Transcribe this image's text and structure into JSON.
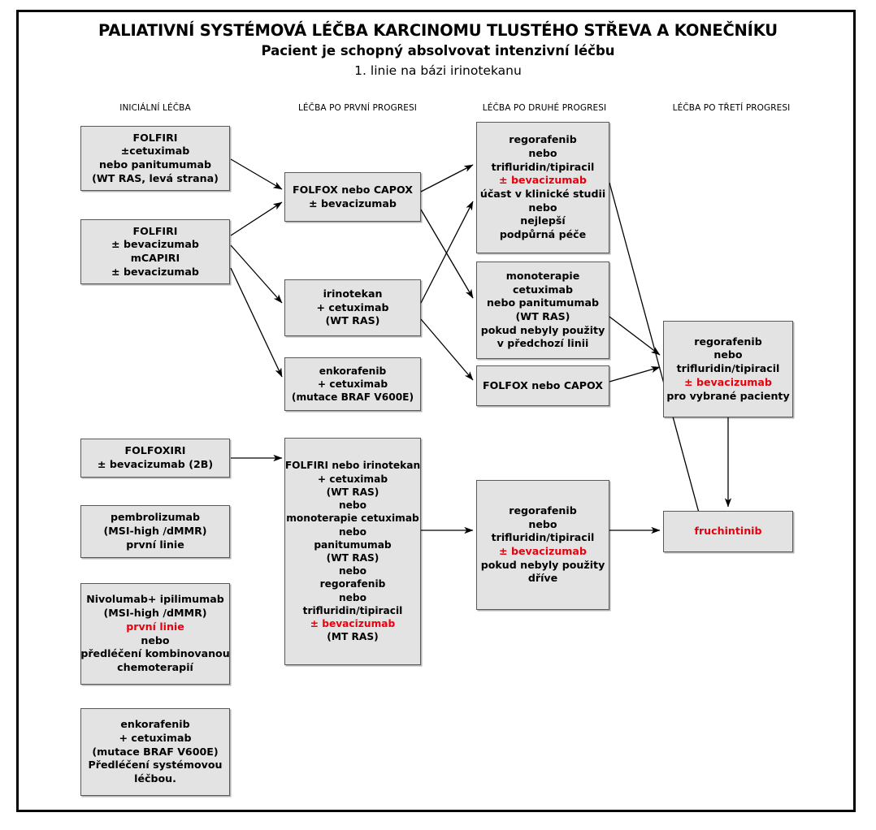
{
  "document": {
    "title_main": "PALIATIVNÍ SYSTÉMOVÁ LÉČBA KARCINOMU TLUSTÉHO STŘEVA A KONEČNÍKU",
    "title_sub": "Pacient je schopný absolvovat intenzivní léčbu",
    "title_third": "1. linie na bázi irinotekanu"
  },
  "columns": [
    {
      "label": "INICIÁLNÍ LÉČBA"
    },
    {
      "label": "LÉČBA PO PRVNÍ PROGRESI"
    },
    {
      "label": "LÉČBA PO DRUHÉ PROGRESI"
    },
    {
      "label": "LÉČBA PO TŘETÍ PROGRESI"
    }
  ],
  "colors": {
    "box_fill": "#e3e3e3",
    "box_border": "#595959",
    "text": "#000000",
    "highlight": "#e8000d",
    "frame": "#000000"
  },
  "nodes": {
    "n1": {
      "lines": [
        {
          "text": "FOLFIRI",
          "red": false
        },
        {
          "text": "±cetuximab",
          "red": false
        },
        {
          "text": "nebo panitumumab",
          "red": false
        },
        {
          "text": "(WT RAS, levá strana)",
          "red": false
        }
      ]
    },
    "n2": {
      "lines": [
        {
          "text": "FOLFIRI",
          "red": false
        },
        {
          "text": "± bevacizumab",
          "red": false
        },
        {
          "text": "mCAPIRI",
          "red": false
        },
        {
          "text": "± bevacizumab",
          "red": false
        }
      ]
    },
    "n3": {
      "lines": [
        {
          "text": "FOLFOXIRI",
          "red": false
        },
        {
          "text": "± bevacizumab (2B)",
          "red": false
        }
      ]
    },
    "n4": {
      "lines": [
        {
          "text": "pembrolizumab",
          "red": false
        },
        {
          "text": "(MSI-high /dMMR)",
          "red": false
        },
        {
          "text": "první linie",
          "red": false
        }
      ]
    },
    "n5": {
      "lines": [
        {
          "text": "Nivolumab+ ipilimumab",
          "red": false
        },
        {
          "text": "(MSI-high /dMMR)",
          "red": false
        },
        {
          "text": "první linie",
          "red": true
        },
        {
          "text": "nebo",
          "red": false
        },
        {
          "text": "předléčení kombinovanou",
          "red": false
        },
        {
          "text": "chemoterapií",
          "red": false
        }
      ]
    },
    "n6": {
      "lines": [
        {
          "text": "enkorafenib",
          "red": false
        },
        {
          "text": "+ cetuximab",
          "red": false
        },
        {
          "text": "(mutace BRAF V600E)",
          "red": false
        },
        {
          "text": "Předléčení systémovou",
          "red": false
        },
        {
          "text": "léčbou.",
          "red": false
        }
      ]
    },
    "n7": {
      "lines": [
        {
          "text": "FOLFOX nebo CAPOX",
          "red": false
        },
        {
          "text": "± bevacizumab",
          "red": false
        }
      ]
    },
    "n8": {
      "lines": [
        {
          "text": "irinotekan",
          "red": false
        },
        {
          "text": "+ cetuximab",
          "red": false
        },
        {
          "text": "(WT RAS)",
          "red": false
        }
      ]
    },
    "n9": {
      "lines": [
        {
          "text": "enkorafenib",
          "red": false
        },
        {
          "text": "+ cetuximab",
          "red": false
        },
        {
          "text": "(mutace BRAF V600E)",
          "red": false
        }
      ]
    },
    "n10": {
      "lines": [
        {
          "text": "FOLFIRI nebo irinotekan",
          "red": false
        },
        {
          "text": "+ cetuximab",
          "red": false
        },
        {
          "text": "(WT RAS)",
          "red": false
        },
        {
          "text": "nebo",
          "red": false
        },
        {
          "text": "monoterapie cetuximab",
          "red": false
        },
        {
          "text": "nebo",
          "red": false
        },
        {
          "text": "panitumumab",
          "red": false
        },
        {
          "text": "(WT RAS)",
          "red": false
        },
        {
          "text": "nebo",
          "red": false
        },
        {
          "text": "regorafenib",
          "red": false
        },
        {
          "text": "nebo",
          "red": false
        },
        {
          "text": "trifluridin/tipiracil",
          "red": false
        },
        {
          "text": "± bevacizumab",
          "red": true
        },
        {
          "text": "(MT RAS)",
          "red": false
        }
      ]
    },
    "n11": {
      "lines": [
        {
          "text": "regorafenib",
          "red": false
        },
        {
          "text": "nebo",
          "red": false
        },
        {
          "text": "trifluridin/tipiracil",
          "red": false
        },
        {
          "text": "± bevacizumab",
          "red": true
        },
        {
          "text": "účast v klinické studii",
          "red": false
        },
        {
          "text": "nebo",
          "red": false
        },
        {
          "text": "nejlepší",
          "red": false
        },
        {
          "text": "podpůrná péče",
          "red": false
        }
      ]
    },
    "n12": {
      "lines": [
        {
          "text": "monoterapie",
          "red": false
        },
        {
          "text": "cetuximab",
          "red": false
        },
        {
          "text": "nebo panitumumab",
          "red": false
        },
        {
          "text": "(WT RAS)",
          "red": false
        },
        {
          "text": "pokud nebyly použity",
          "red": false
        },
        {
          "text": "v předchozí linii",
          "red": false
        }
      ]
    },
    "n13": {
      "lines": [
        {
          "text": "FOLFOX nebo CAPOX",
          "red": false
        }
      ]
    },
    "n14": {
      "lines": [
        {
          "text": "regorafenib",
          "red": false
        },
        {
          "text": "nebo",
          "red": false
        },
        {
          "text": "trifluridin/tipiracil",
          "red": false
        },
        {
          "text": "± bevacizumab",
          "red": true
        },
        {
          "text": "pokud nebyly použity",
          "red": false
        },
        {
          "text": "dříve",
          "red": false
        }
      ]
    },
    "n15": {
      "lines": [
        {
          "text": "regorafenib",
          "red": false
        },
        {
          "text": "nebo",
          "red": false
        },
        {
          "text": "trifluridin/tipiracil",
          "red": false
        },
        {
          "text": "± bevacizumab",
          "red": true
        },
        {
          "text": "pro vybrané pacienty",
          "red": false
        }
      ]
    },
    "n16": {
      "lines": [
        {
          "text": "fruchintinib",
          "red": true
        }
      ]
    }
  }
}
